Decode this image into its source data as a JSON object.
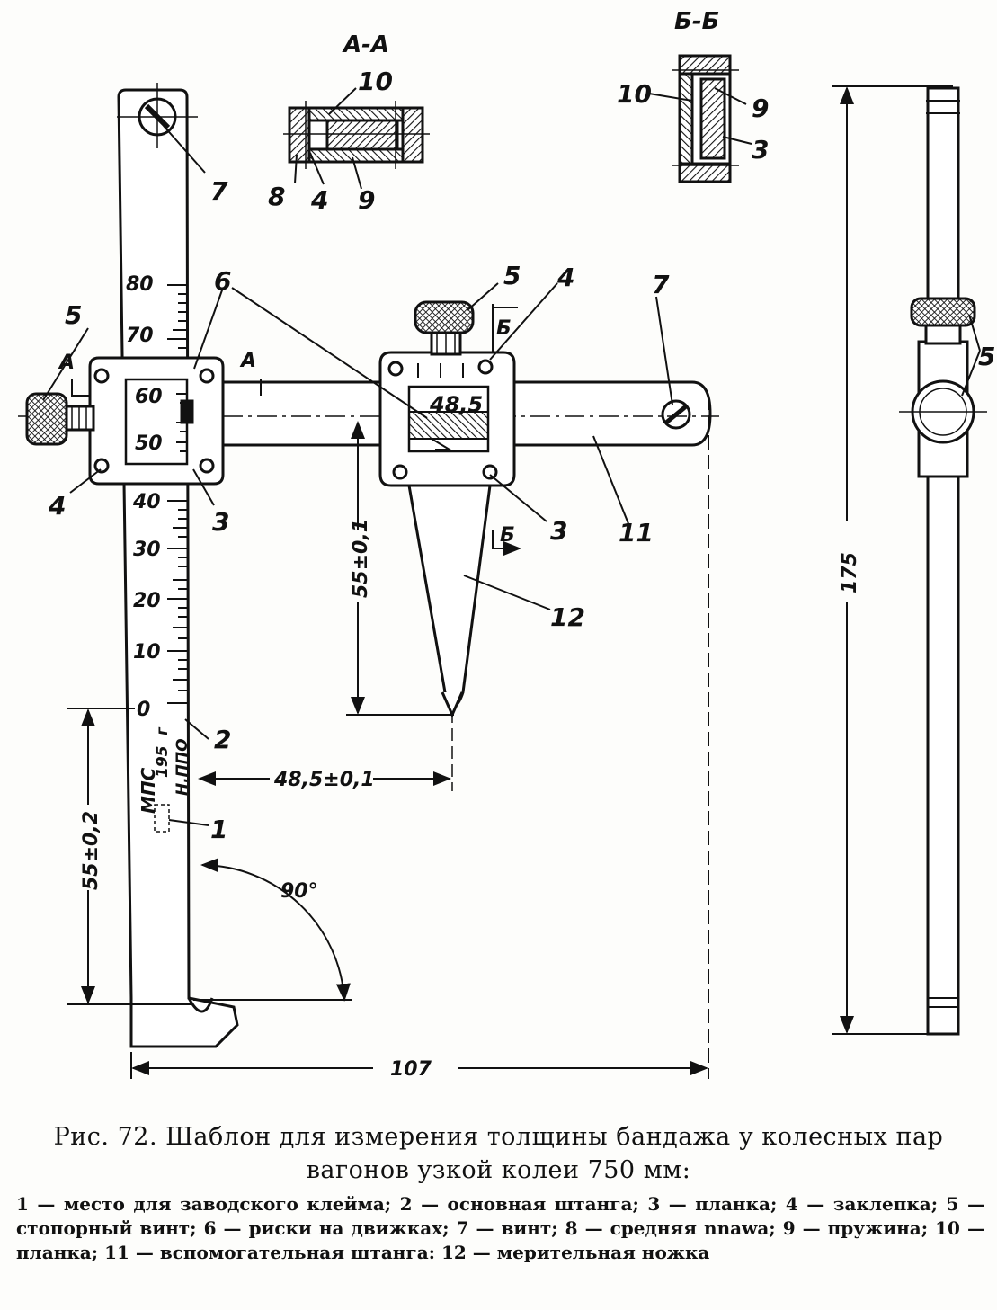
{
  "figure": {
    "section_aa": "А-А",
    "section_bb": "Б-Б",
    "callouts": {
      "c1": "1",
      "c2": "2",
      "c3": "3",
      "c4": "4",
      "c5": "5",
      "c6": "6",
      "c7": "7",
      "c8": "8",
      "c9": "9",
      "c10": "10",
      "c11": "11",
      "c12": "12"
    },
    "cut_marks": {
      "a": "А",
      "b": "Б"
    },
    "scale_ticks": [
      "80",
      "70",
      "60",
      "50",
      "40",
      "30",
      "20",
      "10",
      "0"
    ],
    "slider_scale": [
      "60",
      "50"
    ],
    "reading": "48,5",
    "stamp": [
      "МПС",
      "195",
      "г",
      "Н.ППО"
    ],
    "dimensions": {
      "d55_01": "55±0,1",
      "d48_5": "48,5±0,1",
      "d55_02": "55±0,2",
      "angle": "90°",
      "width": "107",
      "height": "175"
    }
  },
  "caption": {
    "title": "Рис. 72. Шаблон для измерения толщины бандажа у колесных пар вагонов узкой колеи 750 мм:",
    "legend": "1 — место для заводского клейма; 2 — основная штанга; 3 — планка; 4 — заклепка; 5 — стопорный винт; 6 — риски на движках; 7 — винт; 8 — средняя nnawa; 9 — пружина; 10 — планка; 11 — вспомогательная штанга: 12 — мерительная ножка"
  }
}
